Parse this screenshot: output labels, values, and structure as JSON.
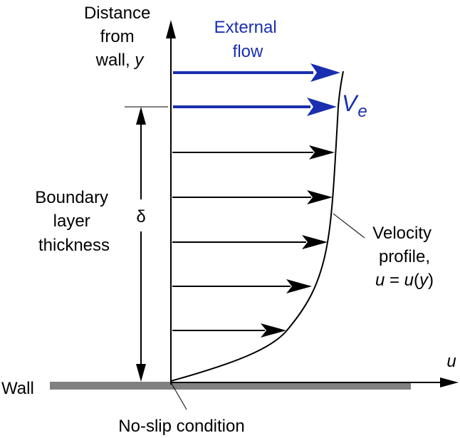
{
  "labels": {
    "y_axis": [
      "Distance",
      "from",
      "wall, "
    ],
    "y_symbol": "y",
    "external_flow": [
      "External",
      "flow"
    ],
    "external_velocity_main": "V",
    "external_velocity_sub": "e",
    "boundary_layer": [
      "Boundary",
      "layer",
      "thickness"
    ],
    "delta": "δ",
    "velocity_profile": [
      "Velocity",
      "profile,"
    ],
    "profile_eq_u1": "u",
    "profile_eq_mid": " = ",
    "profile_eq_u2": "u",
    "profile_eq_open": "(",
    "profile_eq_y": "y",
    "profile_eq_close": ")",
    "x_axis": "u",
    "wall": "Wall",
    "no_slip": "No-slip condition"
  },
  "colors": {
    "external_flow": "#1a2fb0",
    "profile_arrows": "#000000",
    "wall": "#808080",
    "axes": "#000000"
  }
}
